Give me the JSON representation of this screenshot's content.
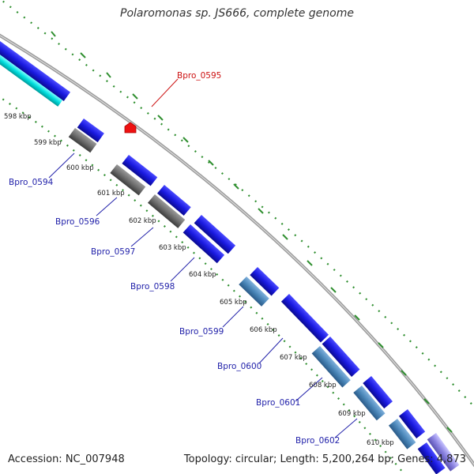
{
  "title": "Polaromonas sp. JS666, complete genome",
  "accession_text": "Accession: NC_007948",
  "topology_text": "Topology: circular; Length: 5,200,264 bp; Genes: 4,873",
  "colors": {
    "cds_blue": "#1a1ae0",
    "cds_gray": "#6e6e6e",
    "cds_steel": "#4a86b8",
    "cds_cyan": "#00dddd",
    "cds_lavender": "#8a82e0",
    "feature_red": "#ee1111",
    "label_blue": "#2222aa",
    "label_red": "#cc1111",
    "backbone": "#888888",
    "tick_green": "#2f8f2f"
  },
  "kbp_labels": [
    "598 kbp",
    "599 kbp",
    "600 kbp",
    "601 kbp",
    "602 kbp",
    "603 kbp",
    "604 kbp",
    "605 kbp",
    "606 kbp",
    "607 kbp",
    "608 kbp",
    "609 kbp",
    "610 kbp"
  ],
  "gene_labels": [
    {
      "text": "Bpro_0594",
      "color": "blue"
    },
    {
      "text": "Bpro_0595",
      "color": "red"
    },
    {
      "text": "Bpro_0596",
      "color": "blue"
    },
    {
      "text": "Bpro_0597",
      "color": "blue"
    },
    {
      "text": "Bpro_0598",
      "color": "blue"
    },
    {
      "text": "Bpro_0599",
      "color": "blue"
    },
    {
      "text": "Bpro_0600",
      "color": "blue"
    },
    {
      "text": "Bpro_0601",
      "color": "blue"
    },
    {
      "text": "Bpro_0602",
      "color": "blue"
    }
  ],
  "icons": {
    "feature_marker": "red-pentagon-marker"
  }
}
